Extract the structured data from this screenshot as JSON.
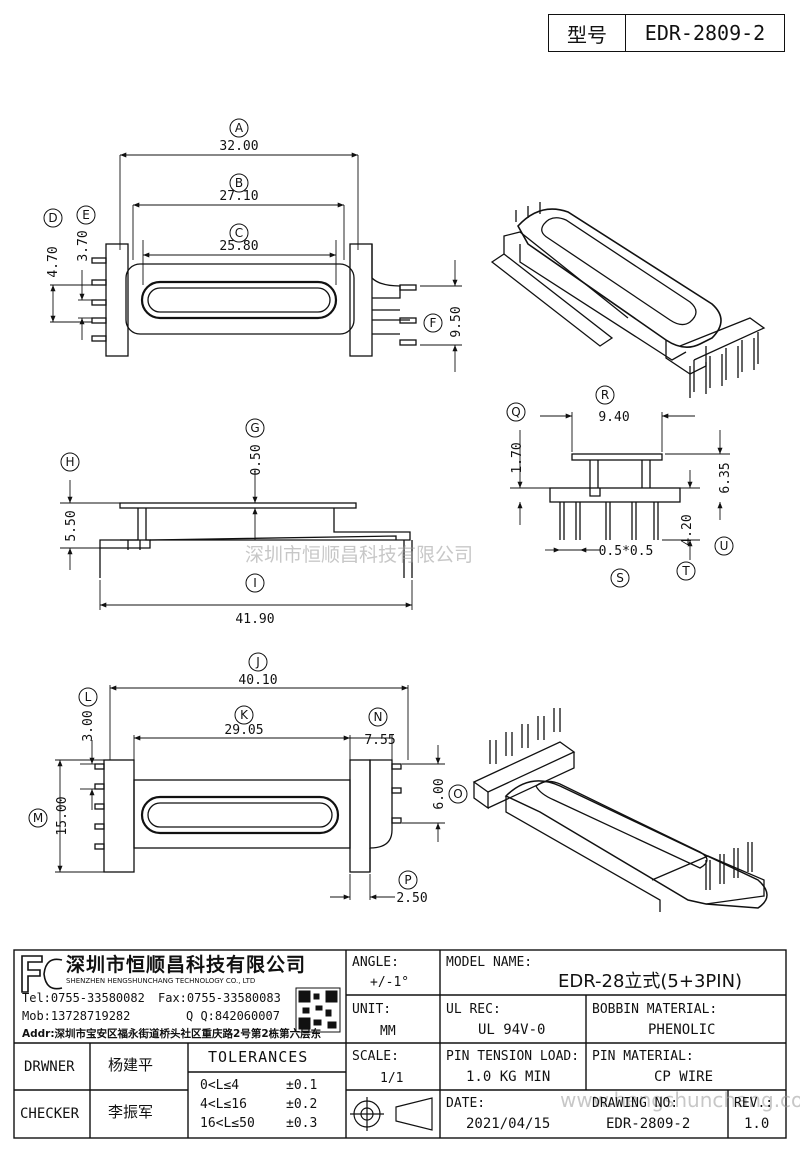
{
  "header": {
    "type_label": "型号",
    "type_value": "EDR-2809-2"
  },
  "dims": {
    "A": {
      "letter": "A",
      "value": "32.00"
    },
    "B": {
      "letter": "B",
      "value": "27.10"
    },
    "C": {
      "letter": "C",
      "value": "25.80"
    },
    "D": {
      "letter": "D",
      "value": "4.70"
    },
    "E": {
      "letter": "E",
      "value": "3.70"
    },
    "F": {
      "letter": "F",
      "value": "9.50"
    },
    "G": {
      "letter": "G",
      "value": "0.50"
    },
    "H": {
      "letter": "H",
      "value": "5.50"
    },
    "I": {
      "letter": "I",
      "value": "41.90"
    },
    "J": {
      "letter": "J",
      "value": "40.10"
    },
    "K": {
      "letter": "K",
      "value": "29.05"
    },
    "L": {
      "letter": "L",
      "value": "3.00"
    },
    "M": {
      "letter": "M",
      "value": "15.00"
    },
    "N": {
      "letter": "N",
      "value": "7.55"
    },
    "O": {
      "letter": "O",
      "value": "6.00"
    },
    "P": {
      "letter": "P",
      "value": "2.50"
    },
    "Q": {
      "letter": "Q",
      "value": "1.70"
    },
    "R": {
      "letter": "R",
      "value": "9.40"
    },
    "S": {
      "letter": "S",
      "value": "0.5*0.5"
    },
    "T": {
      "letter": "T",
      "value": "4.20"
    },
    "U": {
      "letter": "U",
      "value": "6.35"
    }
  },
  "watermarks": {
    "company_cn": "深圳市恒顺昌科技有限公司",
    "url": "www.hengshunchang.com"
  },
  "titleblock": {
    "company_cn": "深圳市恒顺昌科技有限公司",
    "company_en": "SHENZHEN HENGSHUNCHANG TECHNOLOGY CO., LTD",
    "tel": "Tel:0755-33580082",
    "fax": "Fax:0755-33580083",
    "mob": "Mob:13728719282",
    "qq": "Q Q:842060007",
    "addr": "Addr:深圳市宝安区福永街道桥头社区重庆路2号第2栋第六层东",
    "drwner_label": "DRWNER",
    "drwner_value": "杨建平",
    "checker_label": "CHECKER",
    "checker_value": "李振军",
    "tolerances_label": "TOLERANCES",
    "tol": [
      {
        "range": "0<L≤4",
        "value": "±0.1"
      },
      {
        "range": "4<L≤16",
        "value": "±0.2"
      },
      {
        "range": "16<L≤50",
        "value": "±0.3"
      }
    ],
    "angle_label": "ANGLE:",
    "angle_value": "+/-1°",
    "unit_label": "UNIT:",
    "unit_value": "MM",
    "scale_label": "SCALE:",
    "scale_value": "1/1",
    "model_label": "MODEL NAME:",
    "model_value": "EDR-28立式(5+3PIN)",
    "ulrec_label": "UL REC:",
    "ulrec_value": "UL 94V-0",
    "bobbin_label": "BOBBIN MATERIAL:",
    "bobbin_value": "PHENOLIC",
    "pinload_label": "PIN TENSION LOAD:",
    "pinload_value": "1.0 KG MIN",
    "pinmat_label": "PIN MATERIAL:",
    "pinmat_value": "CP WIRE",
    "date_label": "DATE:",
    "date_value": "2021/04/15",
    "drawno_label": "DRAWING NO:",
    "drawno_value": "EDR-2809-2",
    "rev_label": "REV.:",
    "rev_value": "1.0"
  }
}
